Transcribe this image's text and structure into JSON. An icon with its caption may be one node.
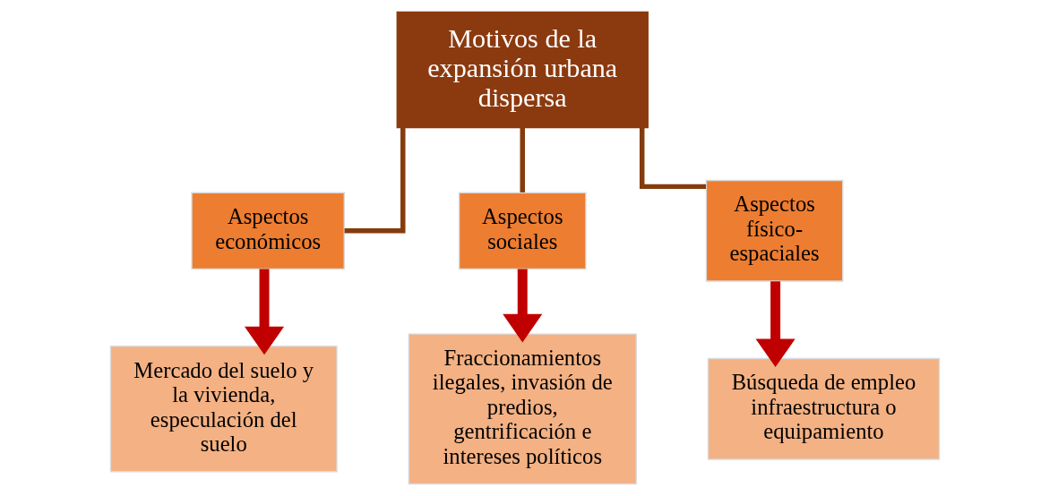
{
  "diagram": {
    "nodes": [
      {
        "text": [
          "Motivos de la expansión urbana dispersa"
        ]
      },
      {
        "text": [
          "Aspectos económicos"
        ]
      },
      {
        "text": [
          "Aspectos sociales"
        ]
      },
      {
        "text": [
          "Aspectos físico-espaciales"
        ]
      },
      {
        "text": [
          "Mercado del suelo y la vivienda, especulación del suelo"
        ]
      },
      {
        "text": [
          "Fraccionamientos ilegales, invasión de predios, gentrificación e intereses políticos"
        ]
      },
      {
        "text": [
          "Búsqueda de empleo infraestructura o equipamiento"
        ]
      }
    ],
    "edges": [
      {
        "from": 0,
        "to": 1,
        "arrow": "none",
        "color": "#843c0c"
      },
      {
        "from": 0,
        "to": 2,
        "arrow": "none",
        "color": "#843c0c"
      },
      {
        "from": 0,
        "to": 3,
        "arrow": "none",
        "color": "#843c0c"
      },
      {
        "from": 1,
        "to": 4,
        "arrow": "to",
        "style": "thick",
        "color": "#c00000"
      },
      {
        "from": 2,
        "to": 5,
        "arrow": "to",
        "style": "thick",
        "color": "#c00000"
      },
      {
        "from": 3,
        "to": 6,
        "arrow": "to",
        "style": "thick",
        "color": "#c00000"
      }
    ]
  }
}
